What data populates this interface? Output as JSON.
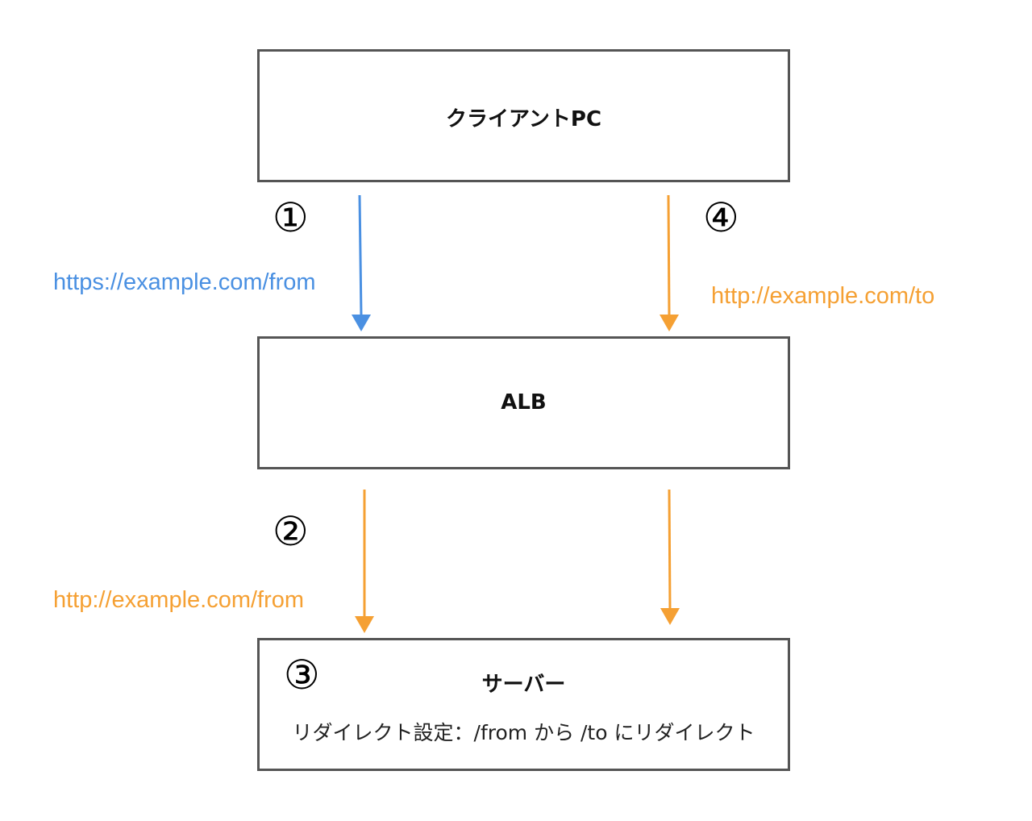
{
  "colors": {
    "blue": "#4a90e2",
    "orange": "#f5a033",
    "border": "#555555"
  },
  "boxes": {
    "client": {
      "label": "クライアントPC"
    },
    "alb": {
      "label": "ALB"
    },
    "server": {
      "label": "サーバー",
      "note": "リダイレクト設定：/from から /to にリダイレクト"
    }
  },
  "steps": {
    "s1": "①",
    "s2": "②",
    "s3": "③",
    "s4": "④"
  },
  "urls": {
    "https_from": "https://example.com/from",
    "http_from": "http://example.com/from",
    "http_to": "http://example.com/to"
  }
}
